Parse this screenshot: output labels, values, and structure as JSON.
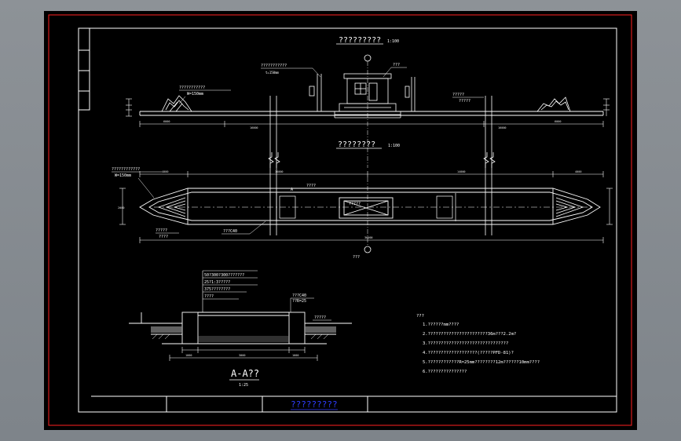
{
  "drawing": {
    "elevation_title": "?????????",
    "elevation_scale": "1:100",
    "plan_title": "????????",
    "plan_scale": "1:100",
    "section_title": "A-A??",
    "section_scale": "1:25",
    "title_block_name": "?????????"
  },
  "elevation_labels": {
    "canopy": "???????????",
    "canopy_note": "t=150mm",
    "booth": "???",
    "left_bump": "???????????",
    "left_bump_note": "W=150mm",
    "right_bump": "?????",
    "right_bump_2": "?????",
    "dim_left": "6000",
    "dim_mid": "16000",
    "dim_right": "16000",
    "dim_end": "6000"
  },
  "plan_labels": {
    "left_note": "????????????",
    "left_note_2": "W=150mm",
    "island": "????",
    "booth_box": "?????",
    "concrete": "???C40",
    "bottom_left": "?????",
    "bottom_left_2": "????",
    "axis": "A",
    "axis_note": "???",
    "dim_total": "36000",
    "dim_a": "14000",
    "dim_b": "14000",
    "dim_c": "4000",
    "dim_d": "4000",
    "dim_height": "2000"
  },
  "section_labels": {
    "layer1": "50?300?300???????",
    "layer2": "25?1:3?????",
    "layer3": "375????????",
    "layer4": "????",
    "concrete": "???C40",
    "concrete_2": "??R=25",
    "curb": "?????",
    "dim1": "1000",
    "dim2": "3000",
    "dim3": "1000"
  },
  "notes": {
    "heading": "???",
    "items": [
      "1.??????mm????",
      "2.???????????????????????36m???2.2m?",
      "3.???????????????????????????????",
      "4.???????????????????(?????PFD-81)?",
      "5.????????????R=25mm????????12m??????10mm????",
      "6.???????????????"
    ]
  }
}
